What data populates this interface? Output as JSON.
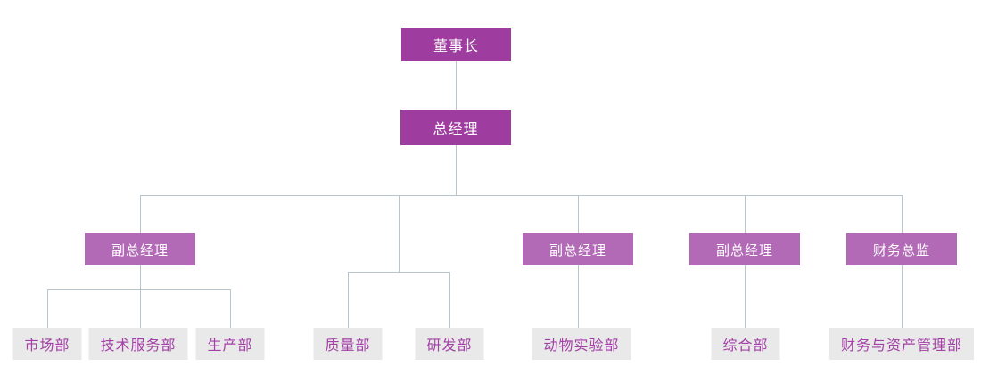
{
  "chart": {
    "type": "org-chart",
    "title": "",
    "nodes": [
      {
        "id": "chairman",
        "label": "董事长",
        "level": 1,
        "parent": null
      },
      {
        "id": "general-manager",
        "label": "总经理",
        "level": 2,
        "parent": "chairman"
      },
      {
        "id": "vice-gm-1",
        "label": "副总经理",
        "level": 3,
        "parent": "general-manager"
      },
      {
        "id": "vice-gm-2",
        "label": "副总经理",
        "level": 3,
        "parent": "general-manager"
      },
      {
        "id": "vice-gm-3",
        "label": "副总经理",
        "level": 3,
        "parent": "general-manager"
      },
      {
        "id": "finance-director",
        "label": "财务总监",
        "level": 3,
        "parent": "general-manager"
      },
      {
        "id": "marketing-dept",
        "label": "市场部",
        "level": 4,
        "parent": "vice-gm-1"
      },
      {
        "id": "tech-service-dept",
        "label": "技术服务部",
        "level": 4,
        "parent": "vice-gm-1"
      },
      {
        "id": "production-dept",
        "label": "生产部",
        "level": 4,
        "parent": "vice-gm-1"
      },
      {
        "id": "quality-dept",
        "label": "质量部",
        "level": 4,
        "parent": "general-manager"
      },
      {
        "id": "rd-dept",
        "label": "研发部",
        "level": 4,
        "parent": "general-manager"
      },
      {
        "id": "animal-lab-dept",
        "label": "动物实验部",
        "level": 4,
        "parent": "vice-gm-2"
      },
      {
        "id": "general-affairs-dept",
        "label": "综合部",
        "level": 4,
        "parent": "vice-gm-3"
      },
      {
        "id": "finance-asset-dept",
        "label": "财务与资产管理部",
        "level": 4,
        "parent": "finance-director"
      }
    ],
    "colors": {
      "level1_fill": "#9E3C9F",
      "level3_fill": "#B26AB6",
      "level4_fill": "#E9E9E9",
      "level4_text": "#A33FA6",
      "connector": "#B7C5CD"
    }
  }
}
